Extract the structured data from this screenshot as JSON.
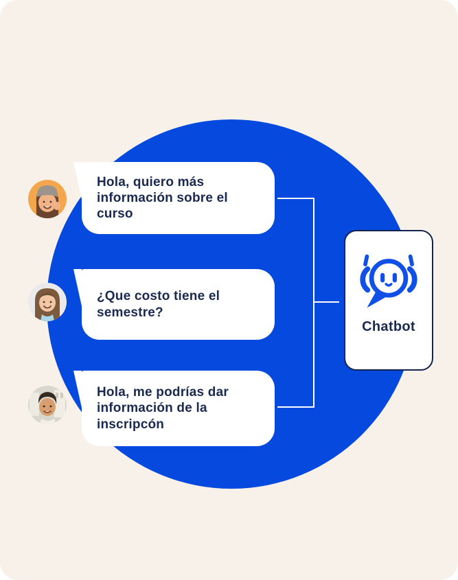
{
  "colors": {
    "page_bg": "#FFFFFF",
    "surface_bg": "#F7F1E9",
    "circle_blue": "#0549DE",
    "bubble_bg": "#FFFFFF",
    "text_navy": "#1A2950",
    "card_border_navy": "#13234E",
    "icon_blue": "#1150E6",
    "connector_white": "#FFFFFF"
  },
  "messages": [
    {
      "avatar": "woman-with-beanie",
      "text": "Hola, quiero más\ninformación sobre el\ncurso"
    },
    {
      "avatar": "woman-long-hair",
      "text": "¿Que costo tiene el\nsemestre?"
    },
    {
      "avatar": "man-curly-hair",
      "text": "Hola, me podrías dar\ninformación de la\ninscripcón"
    }
  ],
  "chatbot_card": {
    "label": "Chatbot",
    "icon": "chatbot-speech-bubble-headset-icon"
  }
}
